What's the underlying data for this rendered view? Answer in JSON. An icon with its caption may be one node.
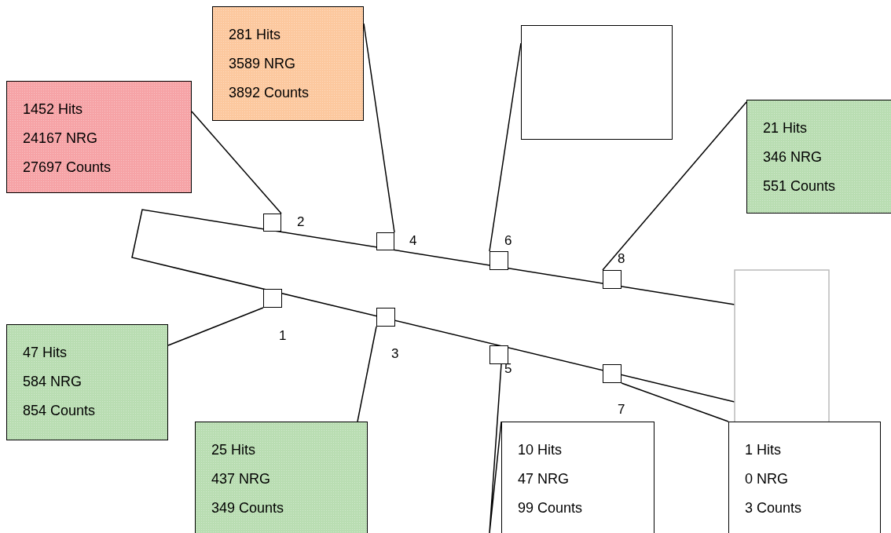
{
  "diagram": {
    "nodes": [
      {
        "text": [
          "281 Hits",
          "3589 NRG",
          "3892 Counts"
        ]
      },
      {
        "text": [],
        "shape": "box"
      },
      {
        "text": [
          "1452 Hits",
          "24167 NRG",
          "27697 Counts"
        ]
      },
      {
        "text": [
          "21 Hits",
          "346 NRG",
          "551 Counts"
        ]
      },
      {
        "text": [],
        "shape": "box",
        "beside": [
          "2"
        ]
      },
      {
        "text": [],
        "shape": "box",
        "beside": [
          "4"
        ]
      },
      {
        "text": [],
        "shape": "box",
        "beside": [
          "6"
        ]
      },
      {
        "text": [],
        "shape": "box",
        "beside": [
          "8"
        ]
      },
      {
        "text": [],
        "shape": "box",
        "beside": [
          "1"
        ]
      },
      {
        "text": [],
        "shape": "box",
        "beside": [
          "3"
        ]
      },
      {
        "text": [],
        "shape": "box",
        "beside": [
          "5"
        ]
      },
      {
        "text": [],
        "shape": "box"
      },
      {
        "text": [
          "47 Hits",
          "584 NRG",
          "854 Counts"
        ]
      },
      {
        "text": [
          "25 Hits",
          "437 NRG",
          "349 Counts"
        ]
      },
      {
        "text": [
          "10 Hits",
          "47 NRG",
          "99 Counts"
        ]
      },
      {
        "text": [
          "1 Hits",
          "0 NRG",
          "3 Counts"
        ]
      }
    ],
    "edges": [
      {
        "from": 2,
        "to": 4,
        "arrow": "none"
      },
      {
        "from": 0,
        "to": 5,
        "arrow": "none"
      },
      {
        "from": 1,
        "to": 6,
        "arrow": "none"
      },
      {
        "from": 3,
        "to": 7,
        "arrow": "none"
      },
      {
        "from": 12,
        "to": 8,
        "arrow": "none"
      },
      {
        "from": 13,
        "to": 9,
        "arrow": "none"
      },
      {
        "from": 14,
        "to": 10,
        "arrow": "none"
      },
      {
        "from": 15,
        "to": 11,
        "arrow": "none"
      }
    ],
    "labels": [
      "7"
    ]
  }
}
